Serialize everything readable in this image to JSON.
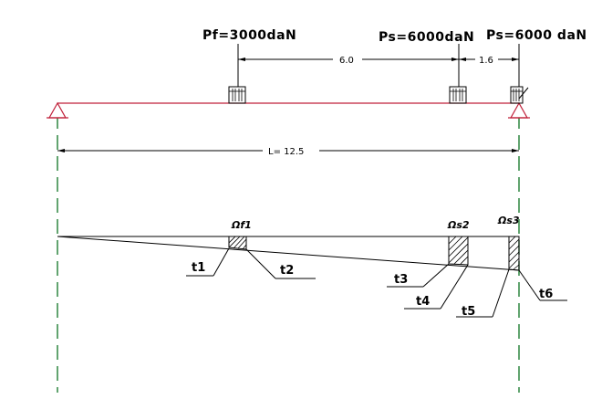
{
  "loads": {
    "pf_label": "Pf=3000daN",
    "ps1_label": "Ps=6000daN",
    "ps2_label": "Ps=6000 daN"
  },
  "dimensions": {
    "spacing_1": "6.0",
    "spacing_2": "1.6",
    "span": "L= 12.5"
  },
  "influence_line": {
    "omega_1": "Ωf1",
    "omega_2": "Ωs2",
    "omega_3": "Ωs3",
    "ordinates": [
      "t1",
      "t2",
      "t3",
      "t4",
      "t5",
      "t6"
    ]
  },
  "colors": {
    "beam": "#c0203a",
    "axis": "#1e7d32",
    "lines": "#000000"
  }
}
